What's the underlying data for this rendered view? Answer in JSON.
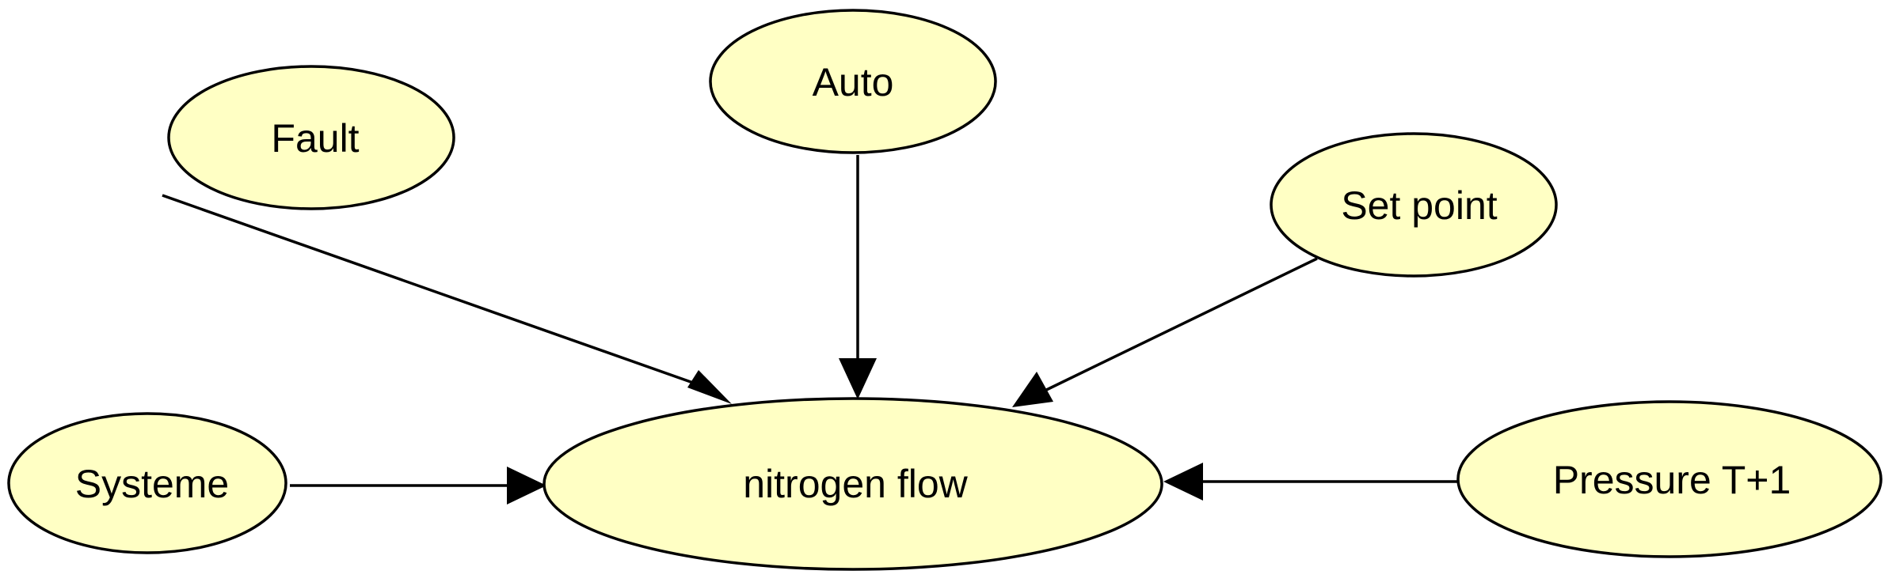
{
  "diagram": {
    "colors": {
      "node_fill": "#ffffc4",
      "node_stroke": "#000000",
      "edge": "#000000",
      "background": "#ffffff"
    },
    "nodes": {
      "fault": "Fault",
      "auto": "Auto",
      "set_point": "Set point",
      "systeme": "Systeme",
      "nitrogen_flow": "nitrogen flow",
      "pressure_t1": "Pressure T+1"
    },
    "edges": [
      {
        "from": "Fault",
        "to": "nitrogen flow"
      },
      {
        "from": "Auto",
        "to": "nitrogen flow"
      },
      {
        "from": "Set point",
        "to": "nitrogen flow"
      },
      {
        "from": "Systeme",
        "to": "nitrogen flow"
      },
      {
        "from": "Pressure T+1",
        "to": "nitrogen flow"
      }
    ]
  }
}
